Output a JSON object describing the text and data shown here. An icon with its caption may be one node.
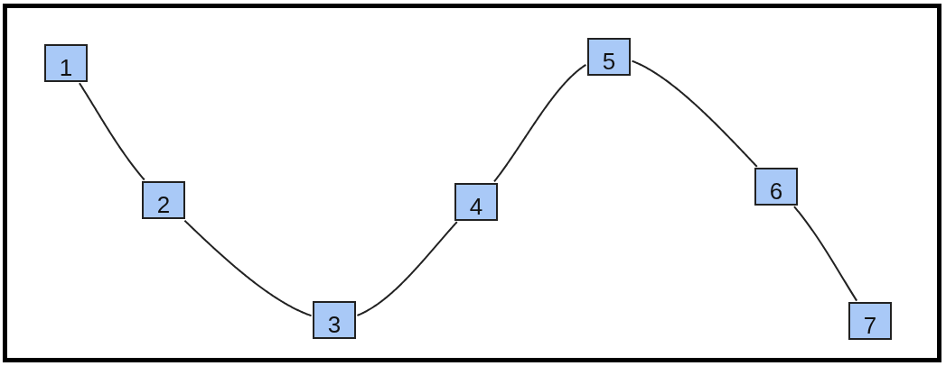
{
  "diagram": {
    "nodes": [
      {
        "text": [
          "1"
        ]
      },
      {
        "text": [
          "2"
        ]
      },
      {
        "text": [
          "3"
        ]
      },
      {
        "text": [
          "4"
        ]
      },
      {
        "text": [
          "5"
        ]
      },
      {
        "text": [
          "6"
        ]
      },
      {
        "text": [
          "7"
        ]
      }
    ],
    "edges": [
      {
        "from": 0,
        "to": 1,
        "arrow": "none"
      },
      {
        "from": 1,
        "to": 2,
        "arrow": "none"
      },
      {
        "from": 2,
        "to": 3,
        "arrow": "none"
      },
      {
        "from": 3,
        "to": 4,
        "arrow": "none"
      },
      {
        "from": 4,
        "to": 5,
        "arrow": "none"
      },
      {
        "from": 5,
        "to": 6,
        "arrow": "none"
      }
    ]
  }
}
